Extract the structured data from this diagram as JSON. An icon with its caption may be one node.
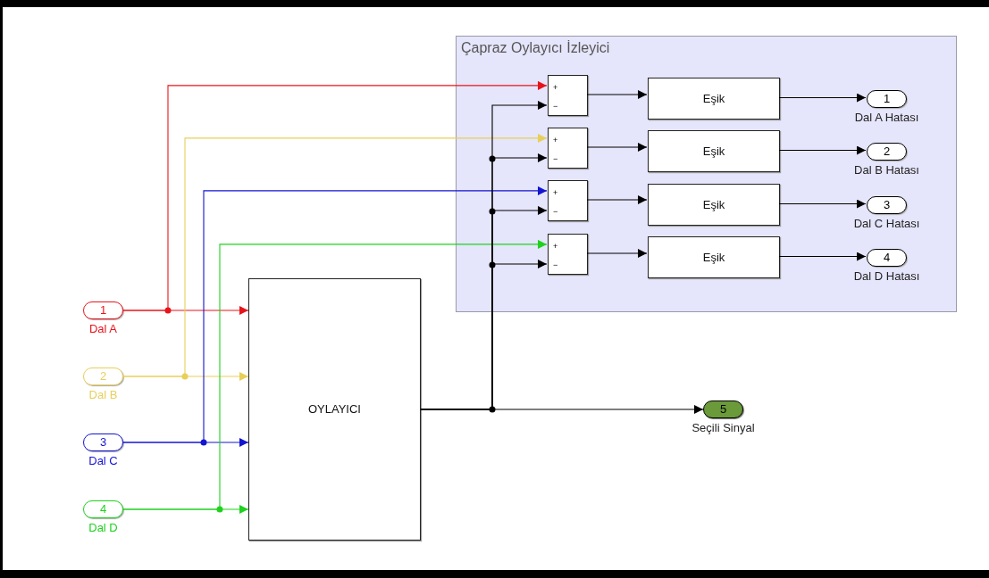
{
  "diagram": {
    "nodes": [
      {
        "text": [
          "1"
        ],
        "beside": [
          "Dal A"
        ]
      },
      {
        "text": [
          "2"
        ],
        "beside": [
          "Dal B"
        ]
      },
      {
        "text": [
          "3"
        ],
        "beside": [
          "Dal C"
        ]
      },
      {
        "text": [
          "4"
        ],
        "beside": [
          "Dal D"
        ]
      },
      {
        "text": [
          "OYLAYICI"
        ]
      },
      {
        "text": [
          "Çapraz Oylayıcı İzleyici"
        ]
      },
      {
        "text": [
          "+",
          "−"
        ],
        "in": 5
      },
      {
        "text": [
          "+",
          "−"
        ],
        "in": 5
      },
      {
        "text": [
          "+",
          "−"
        ],
        "in": 5
      },
      {
        "text": [
          "+",
          "−"
        ],
        "in": 5
      },
      {
        "text": [
          "Eşik"
        ],
        "in": 5
      },
      {
        "text": [
          "Eşik"
        ],
        "in": 5
      },
      {
        "text": [
          "Eşik"
        ],
        "in": 5
      },
      {
        "text": [
          "Eşik"
        ],
        "in": 5
      },
      {
        "text": [
          "1"
        ],
        "beside": [
          "Dal A Hatası"
        ],
        "in": 5
      },
      {
        "text": [
          "2"
        ],
        "beside": [
          "Dal B Hatası"
        ],
        "in": 5
      },
      {
        "text": [
          "3"
        ],
        "beside": [
          "Dal C Hatası"
        ],
        "in": 5
      },
      {
        "text": [
          "4"
        ],
        "beside": [
          "Dal D Hatası"
        ],
        "in": 5
      },
      {
        "text": [
          "5"
        ],
        "beside": [
          "Seçili Sinyal"
        ]
      }
    ],
    "edges": [
      {
        "from": 0,
        "to": 4,
        "arrow": "to",
        "color": "#e8141b"
      },
      {
        "from": 0,
        "to": 6,
        "arrow": "to",
        "color": "#e8141b"
      },
      {
        "from": 1,
        "to": 4,
        "arrow": "to",
        "color": "#e8cf5a"
      },
      {
        "from": 1,
        "to": 7,
        "arrow": "to",
        "color": "#e8cf5a"
      },
      {
        "from": 2,
        "to": 4,
        "arrow": "to",
        "color": "#1414d2"
      },
      {
        "from": 2,
        "to": 8,
        "arrow": "to",
        "color": "#1414d2"
      },
      {
        "from": 3,
        "to": 4,
        "arrow": "to",
        "color": "#1ed21e"
      },
      {
        "from": 3,
        "to": 9,
        "arrow": "to",
        "color": "#1ed21e"
      },
      {
        "from": 4,
        "to": 18,
        "arrow": "to"
      },
      {
        "from": 4,
        "to": 6,
        "arrow": "to"
      },
      {
        "from": 4,
        "to": 7,
        "arrow": "to"
      },
      {
        "from": 4,
        "to": 8,
        "arrow": "to"
      },
      {
        "from": 4,
        "to": 9,
        "arrow": "to"
      },
      {
        "from": 6,
        "to": 10,
        "arrow": "to"
      },
      {
        "from": 7,
        "to": 11,
        "arrow": "to"
      },
      {
        "from": 8,
        "to": 12,
        "arrow": "to"
      },
      {
        "from": 9,
        "to": 13,
        "arrow": "to"
      },
      {
        "from": 10,
        "to": 14,
        "arrow": "to"
      },
      {
        "from": 11,
        "to": 15,
        "arrow": "to"
      },
      {
        "from": 12,
        "to": 16,
        "arrow": "to"
      },
      {
        "from": 13,
        "to": 17,
        "arrow": "to"
      }
    ]
  }
}
